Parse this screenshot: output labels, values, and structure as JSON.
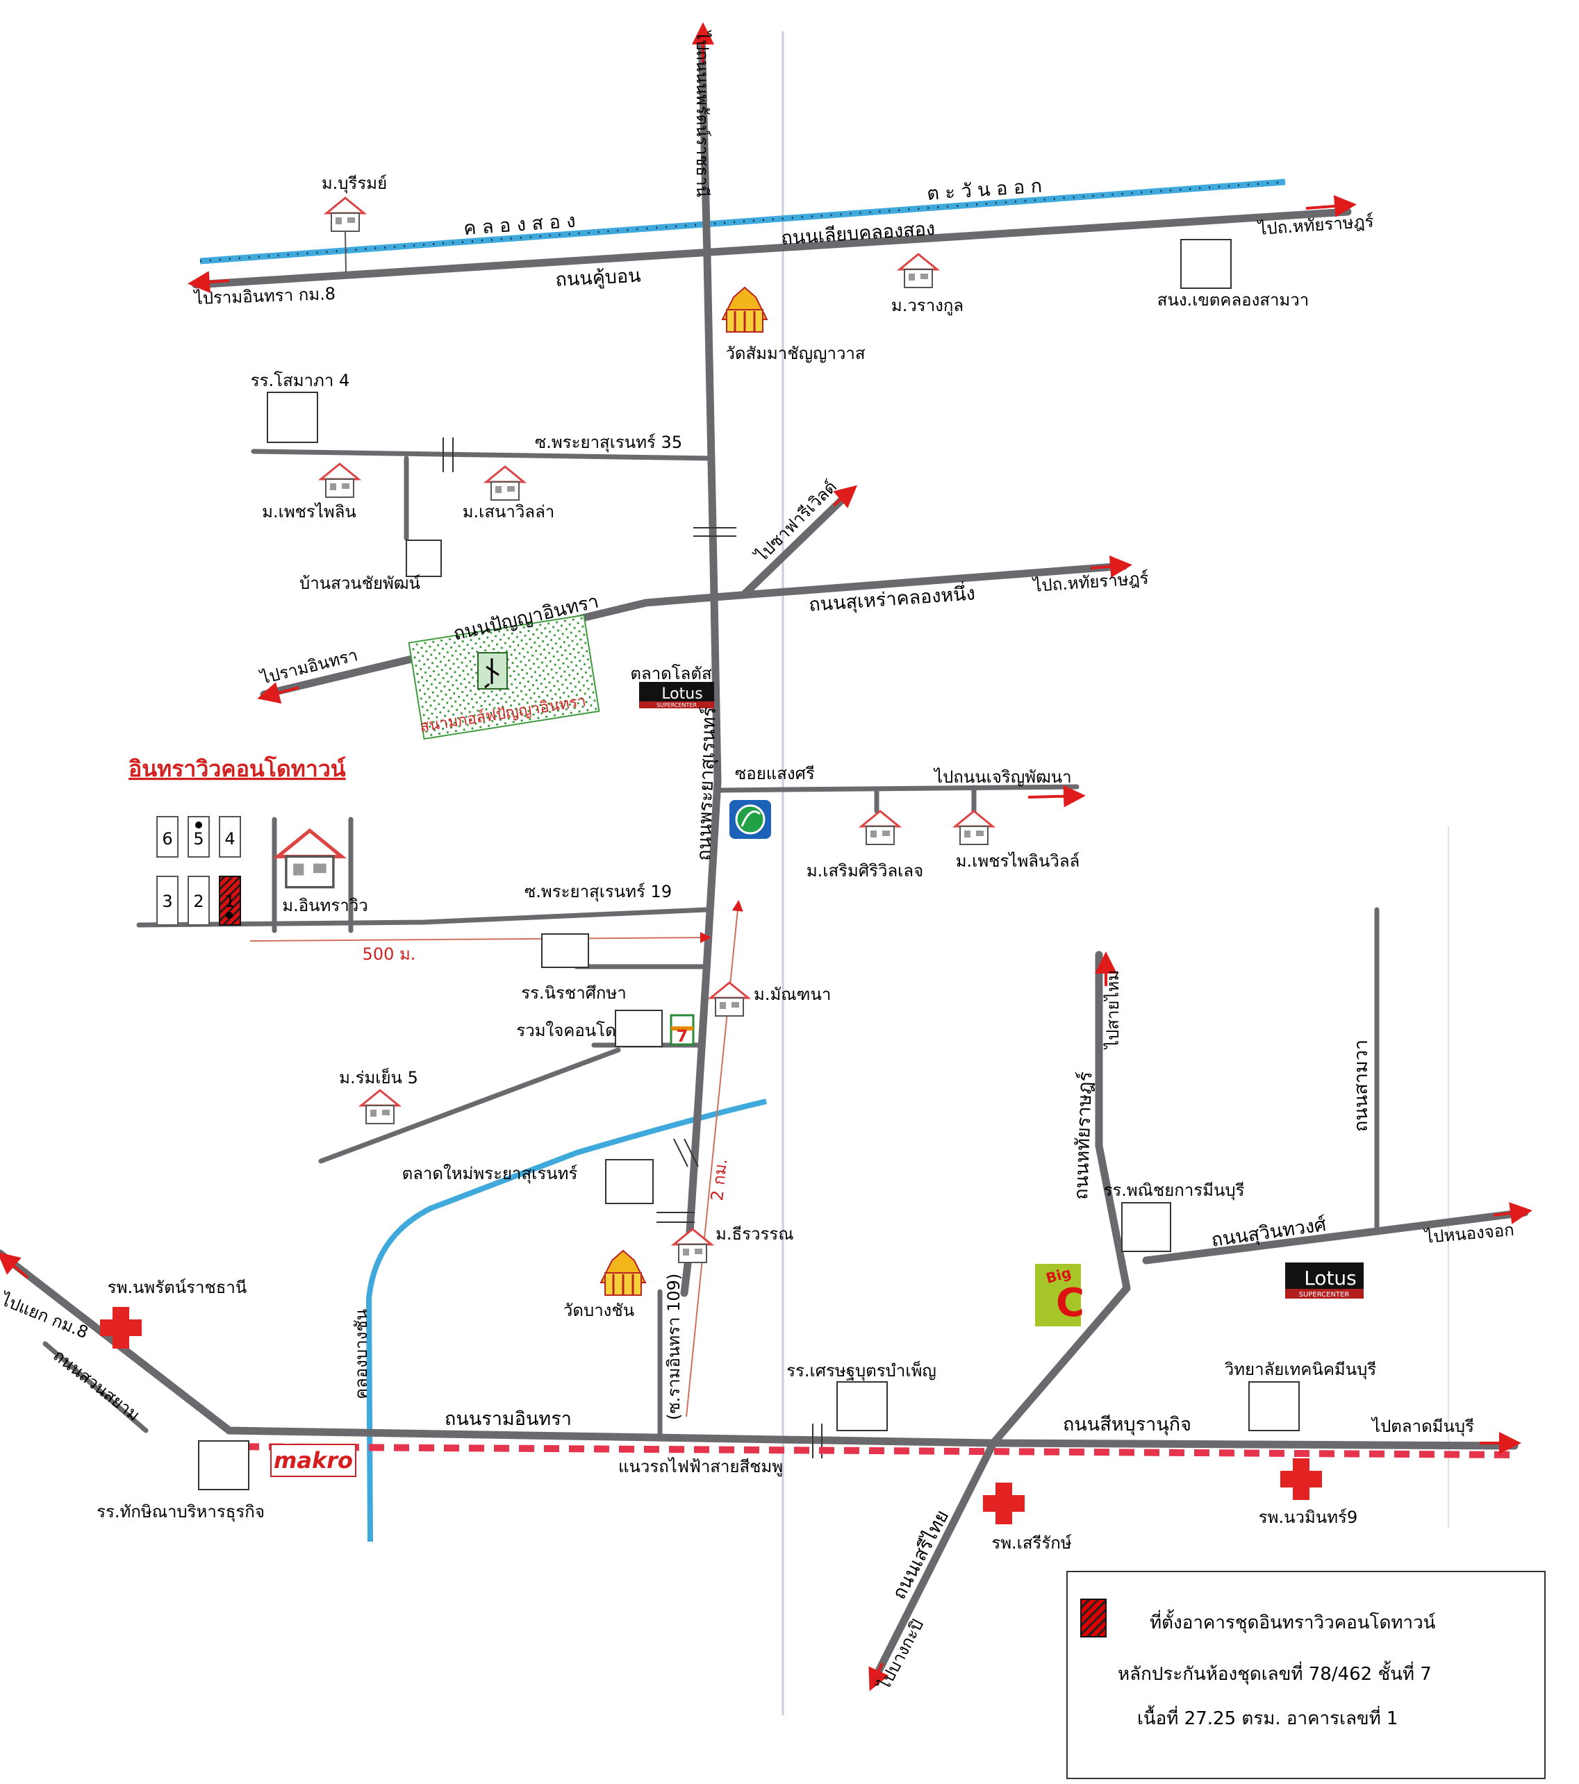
{
  "title": "อินทราวิวคอนโดทาวน์",
  "roads": {
    "khu_bon": "ถนนคู้บอน",
    "liab_khlong_song": "ถนนเลียบคลองสอง",
    "panya_intra": "ถนนปัญญาอินทรา",
    "suhao_khlong_nueng": "ถนนสุเหร่าคลองหนึ่ง",
    "phraya_suren": "ถนนพระยาสุเรนทร์",
    "ram_intra": "ถนนรามอินทรา",
    "sihaburanukit": "ถนนสีหบุรานุกิจ",
    "suwinthawong": "ถนนสุวินทวงศ์",
    "hathairat": "ถนนหทัยราษฎร์",
    "sam_wa": "ถนนสามวา",
    "seri_thai": "ถนนเสรีไทย",
    "suan_siam": "ถนนสวนสยาม",
    "soi_35": "ซ.พระยาสุเรนทร์ 35",
    "soi_19": "ซ.พระยาสุเรนทร์ 19",
    "soi_saengsri": "ซอยแสงศรี",
    "soi_109": "(ซ.รามอินทรา 109)",
    "power_line": "แนวรถไฟฟ้าสายสีชมพู"
  },
  "waterways": {
    "khlong_song": "ค ล อ ง ส อ ง",
    "tawan_ok": "ต ะ วั น อ อ ก",
    "khlong_bang_chan": "คลองบางชัน"
  },
  "directions": {
    "to_nopparat": "ไปถนนนพรัตน์ราชธานี",
    "to_ram_intra_km8_top": "ไปรามอินทรา กม.8",
    "to_hathairat_top": "ไปถ.หทัยราษฎร์",
    "to_hathairat_mid": "ไปถ.หทัยราษฎร์",
    "to_safari": "ไปซาฟารีเวิลด์",
    "to_ram_intra": "ไปรามอินทรา",
    "to_charoen_phatthana": "ไปถนนเจริญพัฒนา",
    "to_sai_mai": "ไปสายไหม",
    "to_nong_chok": "ไปหนองจอก",
    "to_minburi_market": "ไปตลาดมีนบุรี",
    "to_bang_kapi": "ไปบางกะปิ",
    "to_km8_junction": "ไปแยก กม.8"
  },
  "places": {
    "m_burirom": "ม.บุรีรมย์",
    "m_warangkun": "ม.วรางกูล",
    "sanong_khet": "สนง.เขตคลองสามวา",
    "wat_samma": "วัดสัมมาชัญญาวาส",
    "rr_somapa": "รร.โสมาภา 4",
    "m_phetphailin": "ม.เพชรไพลิน",
    "m_senavilla": "ม.เสนาวิลล่า",
    "ban_suan": "บ้านสวนชัยพัฒน์",
    "golf": "สนามกอล์ฟปัญญาอินทรา",
    "lotus_market": "ตลาดโลตัส",
    "m_soem": "ม.เสริมศิริวิลเลจ",
    "m_phet_villa": "ม.เพชรไพลินวิลล์",
    "m_intraview": "ม.อินทราวิว",
    "distance_500": "500 ม.",
    "rr_nirach": "รร.นิรชาศึกษา",
    "ruamjai": "รวมใจคอนโด",
    "m_montana": "ม.มัณฑนา",
    "m_romyen": "ม.ร่มเย็น 5",
    "talad_mai": "ตลาดใหม่พระยาสุเรนทร์",
    "distance_2km": "2 กม.",
    "m_thirawan": "ม.ธีรวรรณ",
    "wat_bangchan": "วัดบางชัน",
    "rr_panichayakan": "รร.พณิชยการมีนบุรี",
    "rp_nopparat": "รพ.นพรัตน์ราชธานี",
    "rr_setthabut": "รร.เศรษฐบุตรบำเพ็ญ",
    "technic": "วิทยาลัยเทคนิคมีนบุรี",
    "rr_thaksina": "รร.ทักษิณาบริหารธุรกิจ",
    "rp_seri": "รพ.เสรีรักษ์",
    "rp_nawamin": "รพ.นวมินทร์9"
  },
  "logos": {
    "lotus": "Lotus",
    "lotus_sub": "SUPERCENTER",
    "makro": "makro",
    "bigc_big": "Big",
    "bigc_c": "C"
  },
  "buildings": [
    "6",
    "5",
    "4",
    "3",
    "2",
    "1"
  ],
  "legend": {
    "line1": "ที่ตั้งอาคารชุดอินทราวิวคอนโดทาวน์",
    "line2": "หลักประกันห้องชุดเลขที่ 78/462 ชั้นที่ 7",
    "line3": "เนื้อที่ 27.25 ตรม.  อาคารเลขที่ 1"
  },
  "colors": {
    "road": "#6a6a6e",
    "canal": "#3fa9dc",
    "arrow": "#e01b1b",
    "pink_line": "#e5344b",
    "title": "#d41f1f"
  }
}
